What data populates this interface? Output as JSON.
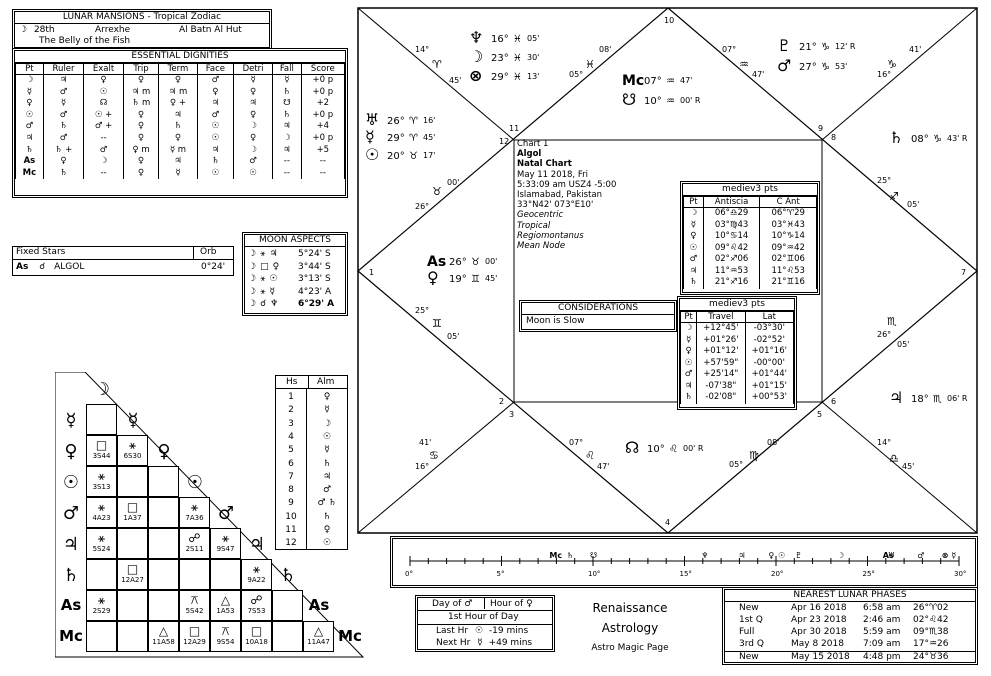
{
  "lunar_mansions": {
    "title": "LUNAR MANSIONS - Tropical Zodiac",
    "moon_glyph": "☽",
    "number": "28th",
    "name1": "Arrexhe",
    "name2": "Al Batn Al Hut",
    "meaning": "The Belly of the Fish"
  },
  "dignities": {
    "title": "ESSENTIAL DIGNITIES",
    "headers": [
      "Pt",
      "Ruler",
      "Exalt",
      "Trip",
      "Term",
      "Face",
      "Detri",
      "Fall",
      "Score"
    ],
    "rows": [
      [
        "☽",
        "♃",
        "♀",
        "♀",
        "♀",
        "♂",
        "☿",
        "☿",
        "+0 p"
      ],
      [
        "☿",
        "♂",
        "☉",
        "♃ m",
        "♃ m",
        "♀",
        "♀",
        "♄",
        "+0 p"
      ],
      [
        "♀",
        "☿",
        "☊",
        "♄ m",
        "♀ +",
        "♃",
        "♃",
        "☋",
        "+2"
      ],
      [
        "☉",
        "♂",
        "☉ +",
        "♀",
        "♃",
        "♂",
        "♀",
        "♄",
        "+0 p"
      ],
      [
        "♂",
        "♄",
        "♂ +",
        "♀",
        "♄",
        "☉",
        "☽",
        "♃",
        "+4"
      ],
      [
        "♃",
        "♂",
        "--",
        "♀",
        "♀",
        "☉",
        "♀",
        "☽",
        "+0 p"
      ],
      [
        "♄",
        "♄ +",
        "♂",
        "♀ m",
        "☿ m",
        "♃",
        "☽",
        "♃",
        "+5"
      ],
      [
        "As",
        "♀",
        "☽",
        "♀",
        "♃",
        "♄",
        "♂",
        "--",
        "--"
      ],
      [
        "Mc",
        "♄",
        "--",
        "♀",
        "☿",
        "☉",
        "☉",
        "--",
        "--"
      ]
    ]
  },
  "fixed_stars": {
    "header_left": "Fixed Stars",
    "header_right": "Orb",
    "row_pt": "As",
    "row_aspect": "☌",
    "row_star": "ALGOL",
    "row_orb": "0°24'"
  },
  "moon_aspects": {
    "title": "MOON ASPECTS",
    "rows": [
      {
        "p1": "☽",
        "asp": "⚹",
        "p2": "♃",
        "val": "5°24' S"
      },
      {
        "p1": "☽",
        "asp": "□",
        "p2": "♀",
        "val": "3°44' S"
      },
      {
        "p1": "☽",
        "asp": "⚹",
        "p2": "☉",
        "val": "3°13' S"
      },
      {
        "p1": "☽",
        "asp": "⚹",
        "p2": "☿",
        "val": "4°23' A"
      },
      {
        "p1": "☽",
        "asp": "☌",
        "p2": "♆",
        "val": "6°29' A"
      }
    ]
  },
  "houses": {
    "header_left": "Hs",
    "header_right": "Alm",
    "rows": [
      {
        "h": "1",
        "alm": "♀"
      },
      {
        "h": "2",
        "alm": "☿"
      },
      {
        "h": "3",
        "alm": "☽"
      },
      {
        "h": "4",
        "alm": "☉"
      },
      {
        "h": "5",
        "alm": "☿"
      },
      {
        "h": "6",
        "alm": "♄"
      },
      {
        "h": "7",
        "alm": "♃"
      },
      {
        "h": "8",
        "alm": "♂"
      },
      {
        "h": "9",
        "alm": "♂ ♄"
      },
      {
        "h": "10",
        "alm": "♄"
      },
      {
        "h": "11",
        "alm": "♀"
      },
      {
        "h": "12",
        "alm": "☉"
      }
    ]
  },
  "chart_info": {
    "label": "Chart 1",
    "name": "Algol",
    "type": "Natal Chart",
    "date": "May 11 2018, Fri",
    "time": "5:33:09 am  USZ4 -5:00",
    "place": "Islamabad, Pakistan",
    "coords": "33°N42' 073°E10'",
    "opt1": "Geocentric",
    "opt2": "Tropical",
    "opt3": "Regiomontanus",
    "opt4": "Mean Node"
  },
  "medieval_pts": {
    "title": "mediev3 pts",
    "headers": [
      "Pt",
      "Antiscia",
      "C Ant"
    ],
    "rows": [
      [
        "☽",
        "06°♎29",
        "06°♈29"
      ],
      [
        "☿",
        "03°♍43",
        "03°♓43"
      ],
      [
        "♀",
        "10°♋14",
        "10°♑14"
      ],
      [
        "☉",
        "09°♌42",
        "09°♒42"
      ],
      [
        "♂",
        "02°♐06",
        "02°♊06"
      ],
      [
        "♃",
        "11°♒53",
        "11°♌53"
      ],
      [
        "♄",
        "21°♐16",
        "21°♊16"
      ]
    ]
  },
  "travel": {
    "title": "mediev3 pts",
    "headers": [
      "Pt",
      "Travel",
      "Lat"
    ],
    "rows": [
      [
        "☽",
        "+12°45'",
        "-03°30'"
      ],
      [
        "☿",
        "+01°26'",
        "-02°52'"
      ],
      [
        "♀",
        "+01°12'",
        "+01°16'"
      ],
      [
        "☉",
        "+57'59\"",
        "-00°00'"
      ],
      [
        "♂",
        "+25'14\"",
        "+01°44'"
      ],
      [
        "♃",
        "-07'38\"",
        "+01°15'"
      ],
      [
        "♄",
        "-02'08\"",
        "+00°53'"
      ]
    ]
  },
  "considerations": {
    "title": "CONSIDERATIONS",
    "text": "Moon is Slow"
  },
  "house_numbers": [
    "1",
    "2",
    "3",
    "4",
    "5",
    "6",
    "7",
    "8",
    "9",
    "10",
    "11",
    "12"
  ],
  "cusps": {
    "h12": [
      "14°",
      "♈",
      "45'"
    ],
    "h11": [
      "08'",
      "♓",
      "05°"
    ],
    "h9": [
      "07°",
      "♒",
      "47'"
    ],
    "h8": [
      "41'",
      "♑",
      "16°"
    ],
    "h7": [
      "25°",
      "♐",
      "05'"
    ],
    "h6": [
      "26°",
      "♏",
      "05'"
    ],
    "h5": [
      "14°",
      "♎",
      "45'"
    ],
    "h4": [
      "08'",
      "♍",
      "05°"
    ],
    "h3": [
      "07°",
      "♌",
      "47'"
    ],
    "h2": [
      "41'",
      "♋",
      "16°"
    ],
    "h1": [
      "25°",
      "♊",
      "05'"
    ],
    "h0": [
      "00'",
      "♉",
      "26°"
    ]
  },
  "placements": {
    "neptune": {
      "g": "♆",
      "deg": "16°",
      "sign": "♓",
      "min": "05'"
    },
    "moon": {
      "g": "☽",
      "deg": "23°",
      "sign": "♓",
      "min": "30'"
    },
    "fortune": {
      "g": "⊗",
      "deg": "29°",
      "sign": "♓",
      "min": "13'"
    },
    "mc": {
      "g": "Mc",
      "deg": "07°",
      "sign": "♒",
      "min": "47'"
    },
    "southnode": {
      "g": "☋",
      "deg": "10°",
      "sign": "♒",
      "min": "00' R"
    },
    "pluto": {
      "g": "♇",
      "deg": "21°",
      "sign": "♑",
      "min": "12' R"
    },
    "mars": {
      "g": "♂",
      "deg": "27°",
      "sign": "♑",
      "min": "53'"
    },
    "saturn": {
      "g": "♄",
      "deg": "08°",
      "sign": "♑",
      "min": "43' R"
    },
    "uranus": {
      "g": "♅",
      "deg": "26°",
      "sign": "♈",
      "min": "16'"
    },
    "mercury": {
      "g": "☿",
      "deg": "29°",
      "sign": "♈",
      "min": "45'"
    },
    "sun": {
      "g": "☉",
      "deg": "20°",
      "sign": "♉",
      "min": "17'"
    },
    "asc": {
      "g": "As",
      "deg": "26°",
      "sign": "♉",
      "min": "00'"
    },
    "venus": {
      "g": "♀",
      "deg": "19°",
      "sign": "♊",
      "min": "45'"
    },
    "northnode": {
      "g": "☊",
      "deg": "10°",
      "sign": "♌",
      "min": "00' R"
    },
    "jupiter": {
      "g": "♃",
      "deg": "18°",
      "sign": "♏",
      "min": "06' R"
    }
  },
  "ruler_scale": {
    "ticks": [
      "0°",
      "5°",
      "10°",
      "15°",
      "20°",
      "25°",
      "30°"
    ]
  },
  "day_hour": {
    "day_label": "Day of",
    "day_planet": "♂",
    "hour_label": "Hour of",
    "hour_planet": "♀",
    "first_hour": "1st Hour of Day",
    "last_label": "Last Hr",
    "last_planet": "☉",
    "last_val": "-19 mins",
    "next_label": "Next Hr",
    "next_planet": "☿",
    "next_val": "+49 mins"
  },
  "brand": {
    "line1": "Renaissance",
    "line2": "Astrology",
    "line3": "Astro Magic Page"
  },
  "lunar_phases": {
    "title": "NEAREST LUNAR PHASES",
    "rows": [
      [
        "New",
        "Apr 16 2018",
        "6:58 am",
        "26°♈02"
      ],
      [
        "1st Q",
        "Apr 23 2018",
        "2:46 am",
        "02°♌42"
      ],
      [
        "Full",
        "Apr 30 2018",
        "5:59 am",
        "09°♏38"
      ],
      [
        "3rd Q",
        "May 8 2018",
        "7:09 am",
        "17°♒26"
      ],
      [
        "New",
        "May 15 2018",
        "4:48 pm",
        "24°♉36"
      ]
    ]
  },
  "aspect_grid": {
    "planets": [
      "☽",
      "☿",
      "♀",
      "☉",
      "♂",
      "♃",
      "♄",
      "As",
      "Mc"
    ],
    "cells": [
      {
        "r": 2,
        "c": 1,
        "sym": "□",
        "txt": "3S44"
      },
      {
        "r": 2,
        "c": 2,
        "sym": "⚹",
        "txt": "6S30"
      },
      {
        "r": 3,
        "c": 1,
        "sym": "⚹",
        "txt": "3S13"
      },
      {
        "r": 4,
        "c": 1,
        "sym": "⚹",
        "txt": "4A23"
      },
      {
        "r": 4,
        "c": 2,
        "sym": "□",
        "txt": "1A37"
      },
      {
        "r": 4,
        "c": 4,
        "sym": "⚹",
        "txt": "7A36"
      },
      {
        "r": 5,
        "c": 1,
        "sym": "⚹",
        "txt": "5S24"
      },
      {
        "r": 5,
        "c": 4,
        "sym": "☍",
        "txt": "2S11"
      },
      {
        "r": 5,
        "c": 5,
        "sym": "⚹",
        "txt": "9S47"
      },
      {
        "r": 6,
        "c": 2,
        "sym": "□",
        "txt": "12A27"
      },
      {
        "r": 6,
        "c": 6,
        "sym": "⚹",
        "txt": "9A22"
      },
      {
        "r": 7,
        "c": 1,
        "sym": "⚹",
        "txt": "2S29"
      },
      {
        "r": 7,
        "c": 4,
        "sym": "⚻",
        "txt": "5S42"
      },
      {
        "r": 7,
        "c": 5,
        "sym": "△",
        "txt": "1A53"
      },
      {
        "r": 7,
        "c": 6,
        "sym": "☍",
        "txt": "7S53"
      },
      {
        "r": 8,
        "c": 3,
        "sym": "△",
        "txt": "11A58"
      },
      {
        "r": 8,
        "c": 4,
        "sym": "□",
        "txt": "12A29"
      },
      {
        "r": 8,
        "c": 5,
        "sym": "⚻",
        "txt": "9S54"
      },
      {
        "r": 8,
        "c": 6,
        "sym": "□",
        "txt": "10A18"
      },
      {
        "r": 8,
        "c": 8,
        "sym": "△",
        "txt": "11A47"
      }
    ]
  }
}
